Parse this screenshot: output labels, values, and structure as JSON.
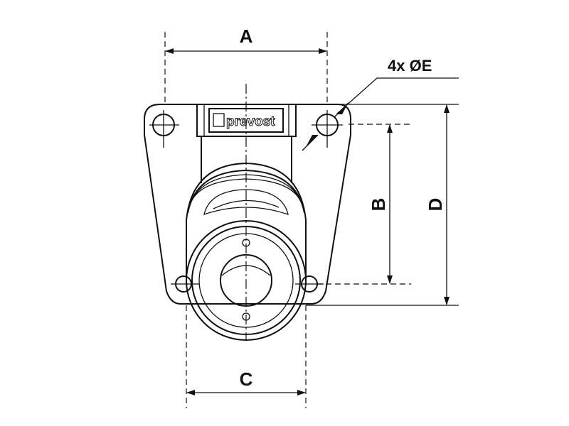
{
  "dimensions": {
    "a": "A",
    "b": "B",
    "c": "C",
    "d": "D",
    "e": "4x ØE"
  },
  "logo": {
    "brand": "prevost"
  },
  "colors": {
    "line": "#111111",
    "background": "#ffffff"
  }
}
